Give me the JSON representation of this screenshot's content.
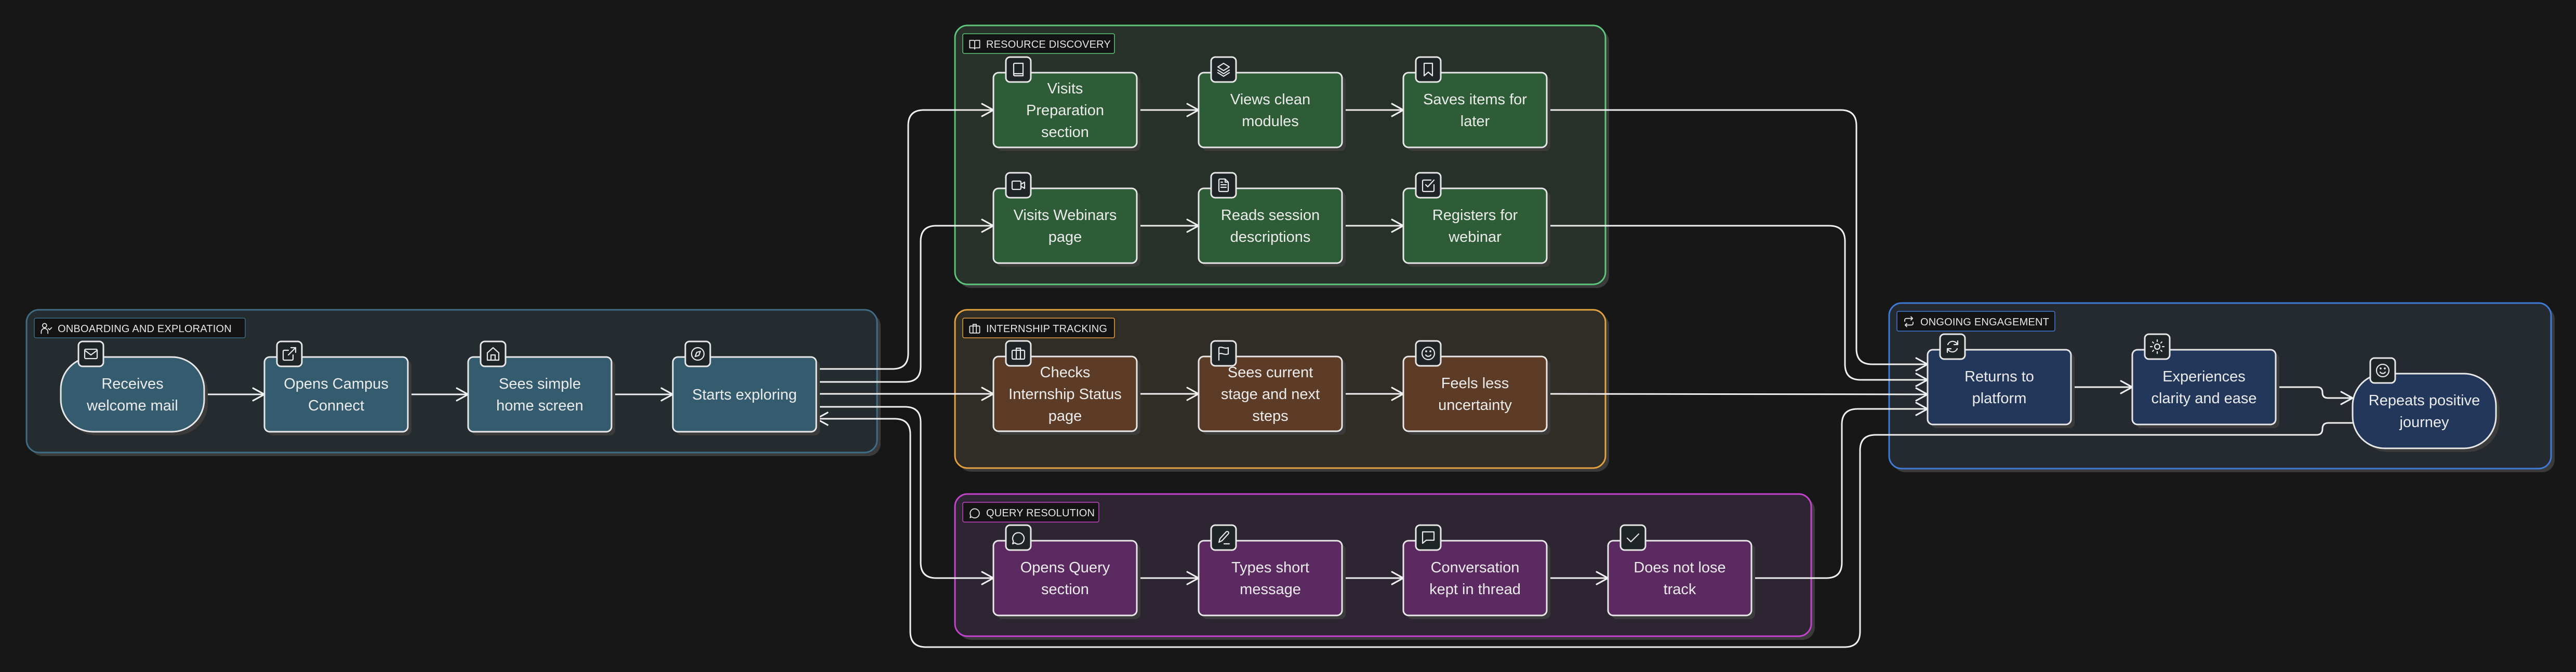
{
  "diagram": {
    "background": "#171717",
    "groups": [
      {
        "id": "onboarding",
        "label": "ONBOARDING AND EXPLORATION",
        "icon": "user-check-icon",
        "stroke": "#3f6c86",
        "fill": "#252c30",
        "node_fill": "#355c6e"
      },
      {
        "id": "resource",
        "label": "RESOURCE DISCOVERY",
        "icon": "book-open-icon",
        "stroke": "#5cc579",
        "fill": "#28302a",
        "node_fill": "#2d5c36"
      },
      {
        "id": "internship",
        "label": "INTERNSHIP TRACKING",
        "icon": "briefcase-icon",
        "stroke": "#e3a23d",
        "fill": "#302d27",
        "node_fill": "#5c3c26"
      },
      {
        "id": "query",
        "label": "QUERY RESOLUTION",
        "icon": "message-circle-icon",
        "stroke": "#c443cc",
        "fill": "#2e2532",
        "node_fill": "#5a2a60"
      },
      {
        "id": "ongoing",
        "label": "ONGOING ENGAGEMENT",
        "icon": "repeat-icon",
        "stroke": "#3e7ad6",
        "fill": "#252930",
        "node_fill": "#22375a"
      }
    ],
    "nodes": [
      {
        "id": "n1",
        "group": "onboarding",
        "shape": "stadium",
        "lines": [
          "Receives",
          "welcome mail"
        ],
        "icon": "mail-icon"
      },
      {
        "id": "n2",
        "group": "onboarding",
        "shape": "rect",
        "lines": [
          "Opens Campus",
          "Connect"
        ],
        "icon": "external-link-icon"
      },
      {
        "id": "n3",
        "group": "onboarding",
        "shape": "rect",
        "lines": [
          "Sees simple",
          "home screen"
        ],
        "icon": "home-icon"
      },
      {
        "id": "n4",
        "group": "onboarding",
        "shape": "rect",
        "lines": [
          "Starts exploring"
        ],
        "icon": "compass-icon"
      },
      {
        "id": "r1",
        "group": "resource",
        "shape": "rect",
        "lines": [
          "Visits",
          "Preparation",
          "section"
        ],
        "icon": "book-icon"
      },
      {
        "id": "r2",
        "group": "resource",
        "shape": "rect",
        "lines": [
          "Views clean",
          "modules"
        ],
        "icon": "layers-icon"
      },
      {
        "id": "r3",
        "group": "resource",
        "shape": "rect",
        "lines": [
          "Saves items for",
          "later"
        ],
        "icon": "bookmark-icon"
      },
      {
        "id": "r4",
        "group": "resource",
        "shape": "rect",
        "lines": [
          "Visits Webinars",
          "page"
        ],
        "icon": "video-icon"
      },
      {
        "id": "r5",
        "group": "resource",
        "shape": "rect",
        "lines": [
          "Reads session",
          "descriptions"
        ],
        "icon": "file-text-icon"
      },
      {
        "id": "r6",
        "group": "resource",
        "shape": "rect",
        "lines": [
          "Registers for",
          "webinar"
        ],
        "icon": "check-square-icon"
      },
      {
        "id": "i1",
        "group": "internship",
        "shape": "rect",
        "lines": [
          "Checks",
          "Internship Status",
          "page"
        ],
        "icon": "briefcase-icon"
      },
      {
        "id": "i2",
        "group": "internship",
        "shape": "rect",
        "lines": [
          "Sees current",
          "stage and next",
          "steps"
        ],
        "icon": "flag-icon"
      },
      {
        "id": "i3",
        "group": "internship",
        "shape": "rect",
        "lines": [
          "Feels less",
          "uncertainty"
        ],
        "icon": "smile-icon"
      },
      {
        "id": "q1",
        "group": "query",
        "shape": "rect",
        "lines": [
          "Opens Query",
          "section"
        ],
        "icon": "message-circle-icon"
      },
      {
        "id": "q2",
        "group": "query",
        "shape": "rect",
        "lines": [
          "Types short",
          "message"
        ],
        "icon": "pen-line-icon"
      },
      {
        "id": "q3",
        "group": "query",
        "shape": "rect",
        "lines": [
          "Conversation",
          "kept in thread"
        ],
        "icon": "message-square-icon"
      },
      {
        "id": "q4",
        "group": "query",
        "shape": "rect",
        "lines": [
          "Does not lose",
          "track"
        ],
        "icon": "check-icon"
      },
      {
        "id": "o1",
        "group": "ongoing",
        "shape": "rect",
        "lines": [
          "Returns to",
          "platform"
        ],
        "icon": "refresh-icon"
      },
      {
        "id": "o2",
        "group": "ongoing",
        "shape": "rect",
        "lines": [
          "Experiences",
          "clarity and ease"
        ],
        "icon": "sun-icon"
      },
      {
        "id": "o3",
        "group": "ongoing",
        "shape": "stadium",
        "lines": [
          "Repeats positive",
          "journey"
        ],
        "icon": "smile-icon"
      }
    ],
    "edges": [
      {
        "from": "n1",
        "to": "n2"
      },
      {
        "from": "n2",
        "to": "n3"
      },
      {
        "from": "n3",
        "to": "n4"
      },
      {
        "from": "n4",
        "to": "r1"
      },
      {
        "from": "n4",
        "to": "r4"
      },
      {
        "from": "n4",
        "to": "i1"
      },
      {
        "from": "n4",
        "to": "q1"
      },
      {
        "from": "r1",
        "to": "r2"
      },
      {
        "from": "r2",
        "to": "r3"
      },
      {
        "from": "r4",
        "to": "r5"
      },
      {
        "from": "r5",
        "to": "r6"
      },
      {
        "from": "i1",
        "to": "i2"
      },
      {
        "from": "i2",
        "to": "i3"
      },
      {
        "from": "q1",
        "to": "q2"
      },
      {
        "from": "q2",
        "to": "q3"
      },
      {
        "from": "q3",
        "to": "q4"
      },
      {
        "from": "r3",
        "to": "o1"
      },
      {
        "from": "r6",
        "to": "o1"
      },
      {
        "from": "i3",
        "to": "o1"
      },
      {
        "from": "q4",
        "to": "o1"
      },
      {
        "from": "o1",
        "to": "o2"
      },
      {
        "from": "o2",
        "to": "o3"
      },
      {
        "from": "o3",
        "to": "n4"
      }
    ]
  }
}
